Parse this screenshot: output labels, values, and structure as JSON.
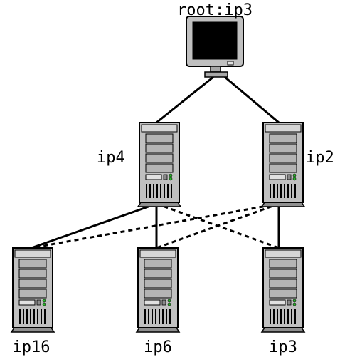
{
  "root": {
    "label": "root:ip3"
  },
  "servers": {
    "ip4": {
      "label": "ip4"
    },
    "ip2": {
      "label": "ip2"
    },
    "ip16": {
      "label": "ip16"
    },
    "ip6": {
      "label": "ip6"
    },
    "ip3": {
      "label": "ip3"
    }
  },
  "edges": [
    {
      "from": "root",
      "to": "ip4",
      "style": "solid"
    },
    {
      "from": "root",
      "to": "ip2",
      "style": "solid"
    },
    {
      "from": "ip4",
      "to": "ip16",
      "style": "solid"
    },
    {
      "from": "ip4",
      "to": "ip6",
      "style": "solid"
    },
    {
      "from": "ip4",
      "to": "ip3",
      "style": "dashed"
    },
    {
      "from": "ip2",
      "to": "ip16",
      "style": "dashed"
    },
    {
      "from": "ip2",
      "to": "ip6",
      "style": "dashed"
    },
    {
      "from": "ip2",
      "to": "ip3",
      "style": "solid"
    }
  ],
  "colors": {
    "server_body": "#c0c0c0",
    "server_edge": "#000000",
    "monitor_screen": "#000000",
    "led_green": "#2db82d"
  }
}
